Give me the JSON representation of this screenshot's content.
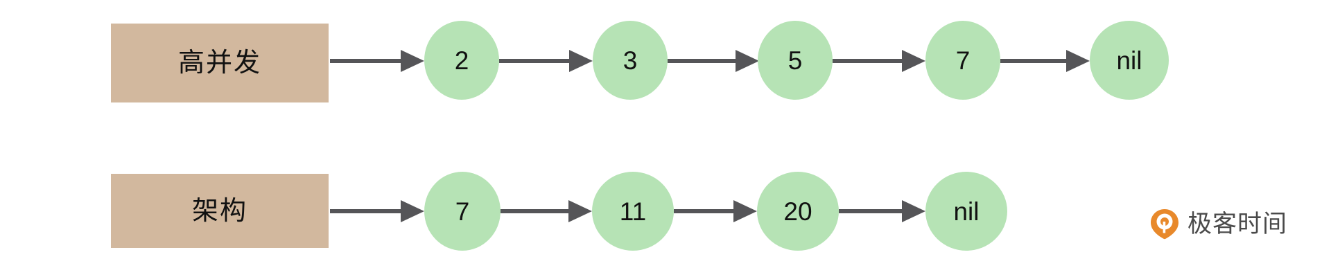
{
  "diagram": {
    "title": "linked-list-hash-bucket-diagram",
    "colors": {
      "box_fill": "#d2b89e",
      "node_fill": "#b6e3b5",
      "arrow": "#555558",
      "text": "#111111",
      "background": "#ffffff",
      "logo_orange": "#e8892b",
      "logo_text": "#4a4a4a"
    },
    "rows": [
      {
        "label": "高并发",
        "nodes": [
          {
            "value": "2"
          },
          {
            "value": "3"
          },
          {
            "value": "5"
          },
          {
            "value": "7"
          },
          {
            "value": "nil"
          }
        ]
      },
      {
        "label": "架构",
        "nodes": [
          {
            "value": "7"
          },
          {
            "value": "11"
          },
          {
            "value": "20"
          },
          {
            "value": "nil"
          }
        ]
      }
    ]
  },
  "watermark": {
    "brand": "极客时间",
    "mark_icon": "geektime-location-pin-icon"
  }
}
